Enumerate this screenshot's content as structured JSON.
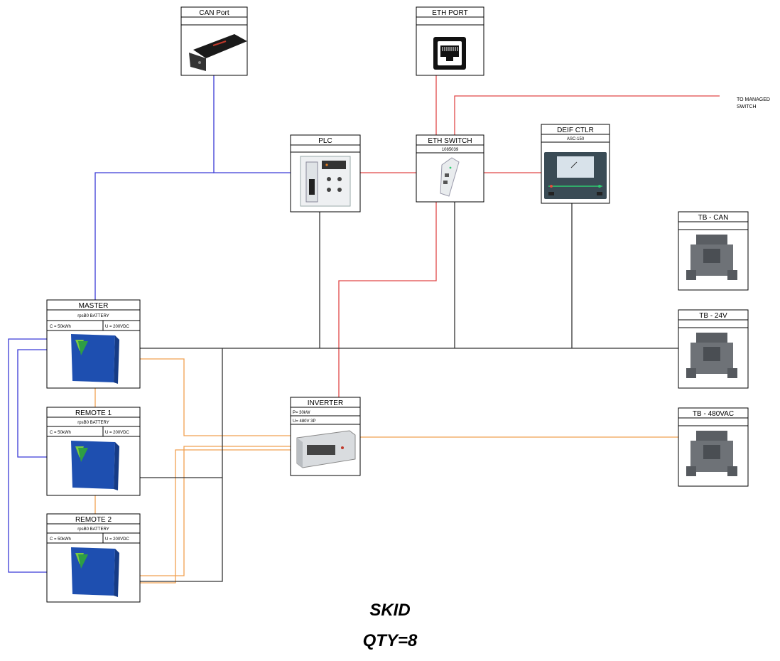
{
  "devices": {
    "can_port": {
      "title": "CAN Port"
    },
    "eth_port": {
      "title": "ETH PORT"
    },
    "plc": {
      "title": "PLC"
    },
    "eth_switch": {
      "title": "ETH SWITCH",
      "subtitle": "1085039"
    },
    "deif_ctlr": {
      "title": "DEIF CTLR",
      "subtitle": "ASC-150"
    },
    "master": {
      "title": "MASTER",
      "subtitle": "rpsB0 BATTERY",
      "capacity": "C = 50kWh",
      "voltage": "U = 200VDC"
    },
    "remote1": {
      "title": "REMOTE 1",
      "subtitle": "rpsB0 BATTERY",
      "capacity": "C = 50kWh",
      "voltage": "U = 200VDC"
    },
    "remote2": {
      "title": "REMOTE 2",
      "subtitle": "rpsB0 BATTERY",
      "capacity": "C = 50kWh",
      "voltage": "U = 200VDC"
    },
    "inverter": {
      "title": "INVERTER",
      "power": "P=   30kW",
      "voltage": "U=   480V 3P"
    },
    "tb_can": {
      "title": "TB - CAN"
    },
    "tb_24v": {
      "title": "TB - 24V"
    },
    "tb_480vac": {
      "title": "TB - 480VAC"
    }
  },
  "annotation": {
    "managed_switch_line1": "TO MANAGED",
    "managed_switch_line2": "SWITCH"
  },
  "caption": {
    "line1": "SKID",
    "line2": "QTY=8"
  },
  "colors": {
    "can": "#3a3ad6",
    "ethernet": "#e04848",
    "power_dc": "#f0a050",
    "control": "#333333"
  }
}
